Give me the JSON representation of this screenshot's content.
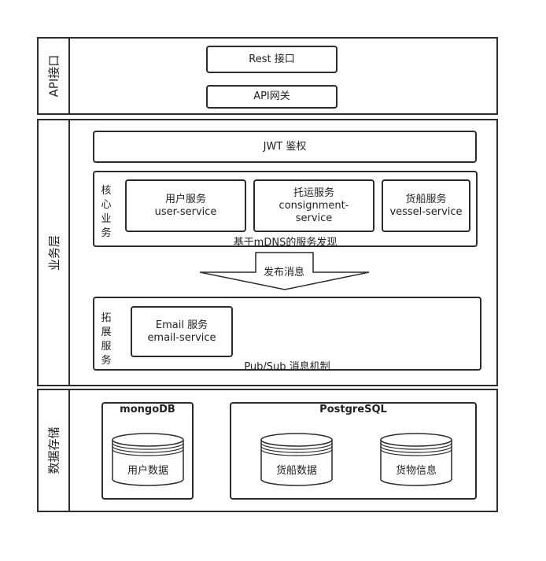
{
  "layers": {
    "api": {
      "label": "API接口",
      "rest": "Rest 接口",
      "gateway": "API网关"
    },
    "business": {
      "label": "业务层",
      "jwt": "JWT 鉴权",
      "core": {
        "label": "核心业务",
        "services": [
          {
            "name": "用户服务",
            "id": "user-service"
          },
          {
            "name": "托运服务",
            "id": "consignment-service"
          },
          {
            "name": "货船服务",
            "id": "vessel-service"
          }
        ],
        "discovery": "基于mDNS的服务发现"
      },
      "publish": "发布消息",
      "extension": {
        "label": "拓展服务",
        "services": [
          {
            "name": "Email 服务",
            "id": "email-service"
          }
        ],
        "pubsub": "Pub/Sub 消息机制"
      }
    },
    "storage": {
      "label": "数据存储",
      "mongo": {
        "title": "mongoDB",
        "dbs": [
          "用户数据"
        ]
      },
      "postgres": {
        "title": "PostgreSQL",
        "dbs": [
          "货船数据",
          "货物信息"
        ]
      }
    }
  }
}
